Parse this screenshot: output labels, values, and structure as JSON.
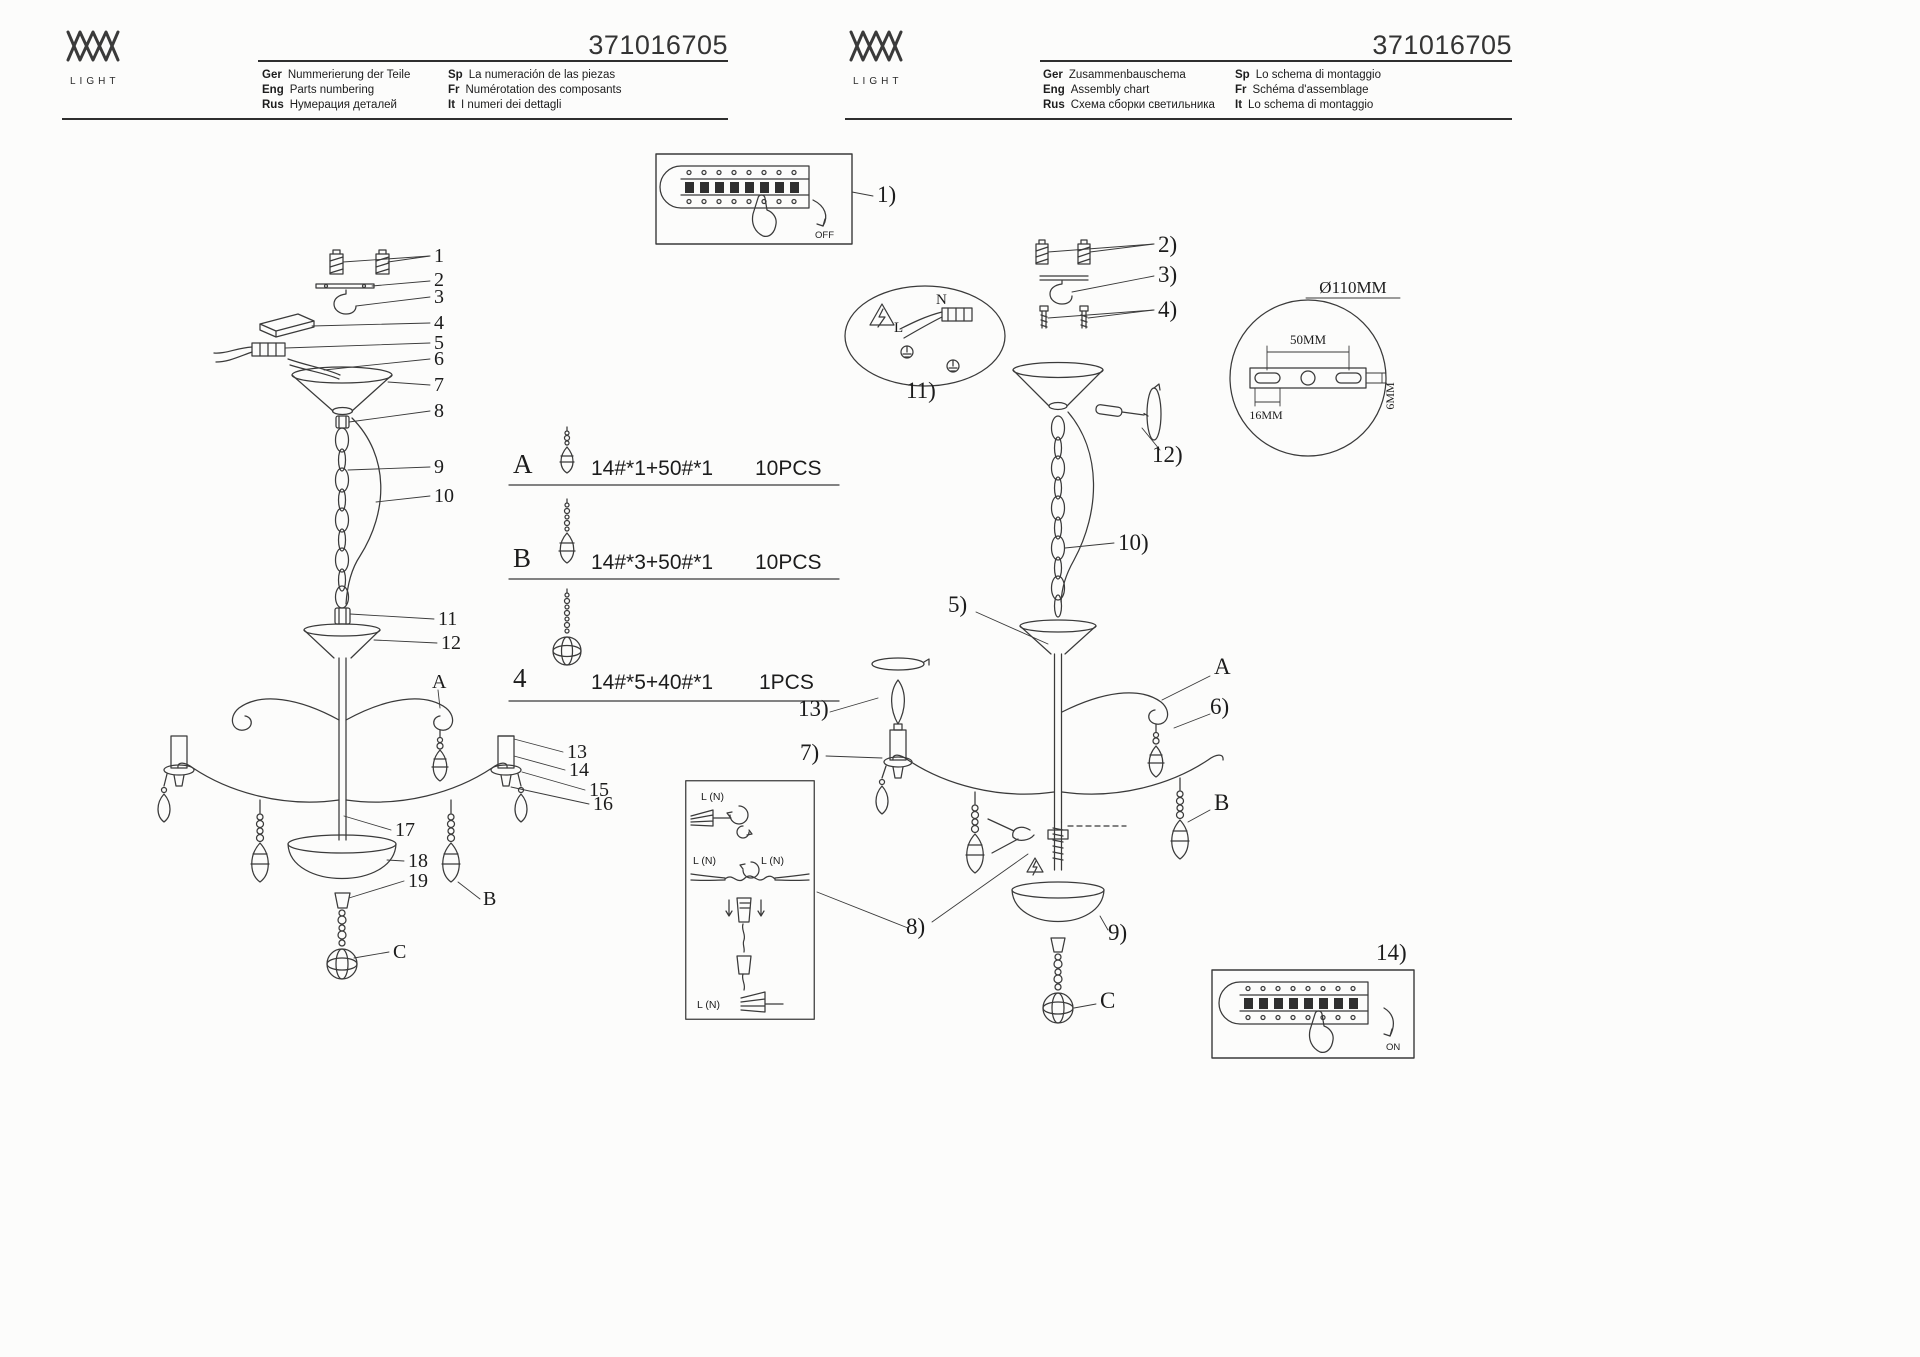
{
  "header_left": {
    "logo": "LIGHT",
    "part_number": "371016705",
    "langs": {
      "ger_code": "Ger",
      "ger": "Nummerierung der Teile",
      "eng_code": "Eng",
      "eng": "Parts numbering",
      "rus_code": "Rus",
      "rus": "Нумерация деталей",
      "sp_code": "Sp",
      "sp": "La numeración de las piezas",
      "fr_code": "Fr",
      "fr": "Numérotation des composants",
      "it_code": "It",
      "it": "I numeri dei dettagli"
    }
  },
  "header_right": {
    "logo": "LIGHT",
    "part_number": "371016705",
    "langs": {
      "ger_code": "Ger",
      "ger": "Zusammenbauschema",
      "eng_code": "Eng",
      "eng": "Assembly chart",
      "rus_code": "Rus",
      "rus": "Схема сборки светильника",
      "sp_code": "Sp",
      "sp": "Lo schema di montaggio",
      "fr_code": "Fr",
      "fr": "Schéma d'assemblage",
      "it_code": "It",
      "it": "Lo schema di montaggio"
    }
  },
  "parts": {
    "callouts": {
      "n1": "1",
      "n2": "2",
      "n3": "3",
      "n4": "4",
      "n5": "5",
      "n6": "6",
      "n7": "7",
      "n8": "8",
      "n9": "9",
      "n10": "10",
      "n11": "11",
      "n12": "12",
      "n13": "13",
      "n14": "14",
      "n15": "15",
      "n16": "16",
      "n17": "17",
      "n18": "18",
      "n19": "19",
      "a": "A",
      "b": "B",
      "c": "C"
    }
  },
  "legend": {
    "rows": [
      {
        "label": "A",
        "formula": "14#*1+50#*1",
        "qty": "10PCS"
      },
      {
        "label": "B",
        "formula": "14#*3+50#*1",
        "qty": "10PCS"
      },
      {
        "label": "4",
        "formula": "14#*5+40#*1",
        "qty": "1PCS"
      }
    ]
  },
  "assembly": {
    "steps": {
      "s1": "1)",
      "s2": "2)",
      "s3": "3)",
      "s4": "4)",
      "s5": "5)",
      "s6": "6)",
      "s7": "7)",
      "s8": "8)",
      "s9": "9)",
      "s10": "10)",
      "s11": "11)",
      "s12": "12)",
      "s13": "13)",
      "s14": "14)"
    },
    "letters": {
      "a": "A",
      "b": "B",
      "c": "C"
    },
    "wiring": {
      "n": "N",
      "l": "L"
    },
    "switch_off_label": "OFF",
    "switch_on_label": "ON",
    "dims": {
      "diameter": "Ø110MM",
      "width": "50MM",
      "slot": "16MM",
      "hole": "6MM"
    },
    "wire_box": {
      "ln1": "L (N)",
      "ln2": "L (N)",
      "ln3": "L (N)",
      "ln4": "L (N)"
    }
  }
}
